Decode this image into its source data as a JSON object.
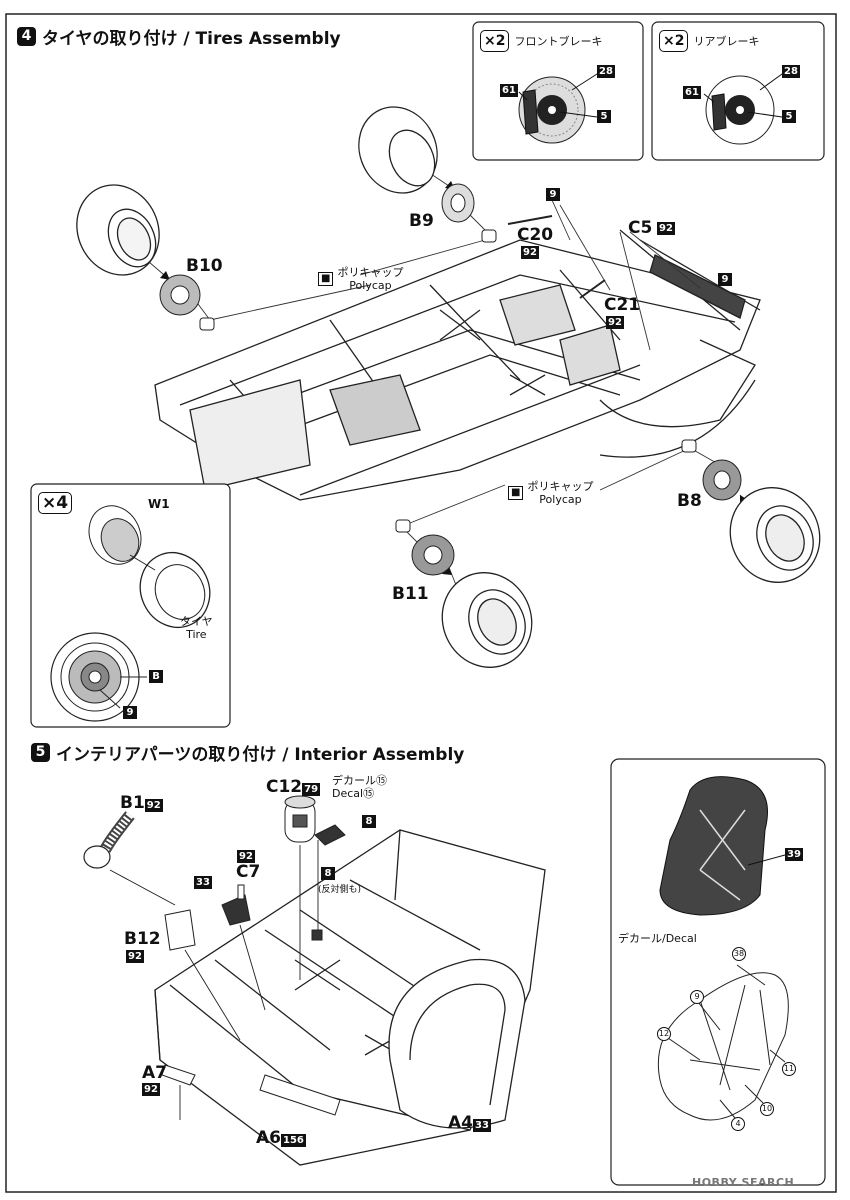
{
  "step4": {
    "number": "4",
    "title": "タイヤの取り付け / Tires Assembly",
    "front_brake": {
      "count": "×2",
      "title": "フロントブレーキ",
      "parts": [
        "61",
        "28",
        "5"
      ]
    },
    "rear_brake": {
      "count": "×2",
      "title": "リアブレーキ",
      "parts": [
        "61",
        "28",
        "5"
      ]
    },
    "labels": {
      "b9": "B9",
      "b10": "B10",
      "b11": "B11",
      "b8": "B8",
      "c20": "C20",
      "c21": "C21",
      "c5": "C5",
      "tag_9a": "9",
      "tag_9b": "9",
      "tag_92_c20": "92",
      "tag_92_c21": "92",
      "tag_92_c5": "92",
      "polycap_jp": "ポリキャップ",
      "polycap_en": "Polycap"
    },
    "wheel_box": {
      "count": "×4",
      "w1": "W1",
      "tire_jp": "タイヤ",
      "tire_en": "Tire",
      "paint_b": "B",
      "paint_9": "9"
    }
  },
  "step5": {
    "number": "5",
    "title": "インテリアパーツの取り付け / Interior Assembly",
    "labels": {
      "b1": "B1",
      "b1_tag": "92",
      "c12": "C12",
      "c12_tag": "79",
      "decal_jp": "デカール⑮",
      "decal_en": "Decal⑮",
      "tag_8a": "8",
      "tag_8b": "8",
      "opposite": "(反対側も)",
      "c7_tag": "92",
      "c7": "C7",
      "tag_33": "33",
      "b12": "B12",
      "b12_tag": "92",
      "a7": "A7",
      "a7_tag": "92",
      "a6": "A6",
      "a6_tag": "156",
      "a4": "A4",
      "a4_tag": "33"
    },
    "seat_box": {
      "paint": "39",
      "decal_label": "デカール/Decal",
      "decal_numbers": [
        "38",
        "9",
        "12",
        "11",
        "10",
        "4"
      ]
    }
  },
  "watermark": "HOBBY SEARCH"
}
